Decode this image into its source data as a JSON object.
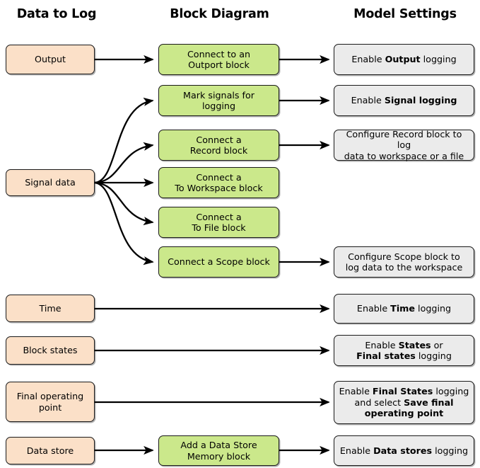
{
  "headers": {
    "col1": "Data to Log",
    "col2": "Block Diagram",
    "col3": "Model Settings"
  },
  "nodes": {
    "output_source": "Output",
    "output_action_l1": "Connect to an",
    "output_action_l2": "Outport block",
    "output_setting_pre": "Enable ",
    "output_setting_bold": "Output",
    "output_setting_post": " logging",
    "signal_source": "Signal data",
    "signal_action1_l1": "Mark signals for",
    "signal_action1_l2": "logging",
    "signal_setting1_pre": "Enable ",
    "signal_setting1_bold": "Signal logging",
    "signal_setting1_post": "",
    "signal_action2_l1": "Connect a",
    "signal_action2_l2": "Record block",
    "signal_setting2_l1": "Configure Record block to log",
    "signal_setting2_l2": "data to workspace or a file",
    "signal_action3_l1": "Connect a",
    "signal_action3_l2": "To Workspace block",
    "signal_action4_l1": "Connect a",
    "signal_action4_l2": "To File block",
    "signal_action5": "Connect a Scope block",
    "signal_setting5_l1": "Configure Scope block to",
    "signal_setting5_l2": "log data to the workspace",
    "time_source": "Time",
    "time_setting_pre": "Enable ",
    "time_setting_bold": "Time",
    "time_setting_post": " logging",
    "blockstates_source": "Block states",
    "blockstates_setting_l1_pre": "Enable ",
    "blockstates_setting_l1_bold": "States",
    "blockstates_setting_l1_post": " or",
    "blockstates_setting_l2_bold": "Final states",
    "blockstates_setting_l2_post": " logging",
    "finalop_source_l1": "Final operating",
    "finalop_source_l2": "point",
    "finalop_setting_l1_pre": "Enable ",
    "finalop_setting_l1_bold": "Final States",
    "finalop_setting_l1_post": " logging",
    "finalop_setting_l2_pre": "and select ",
    "finalop_setting_l2_bold": "Save final",
    "finalop_setting_l3_bold": "operating point",
    "datastore_source": "Data store",
    "datastore_action_l1": "Add a Data Store",
    "datastore_action_l2": "Memory block",
    "datastore_setting_pre": "Enable ",
    "datastore_setting_bold": "Data stores",
    "datastore_setting_post": " logging"
  },
  "colors": {
    "source_fill": "#fbe0c8",
    "action_fill": "#cbe88b",
    "setting_fill": "#ebebeb",
    "stroke": "#1a1a1a",
    "background": "#ffffff"
  }
}
